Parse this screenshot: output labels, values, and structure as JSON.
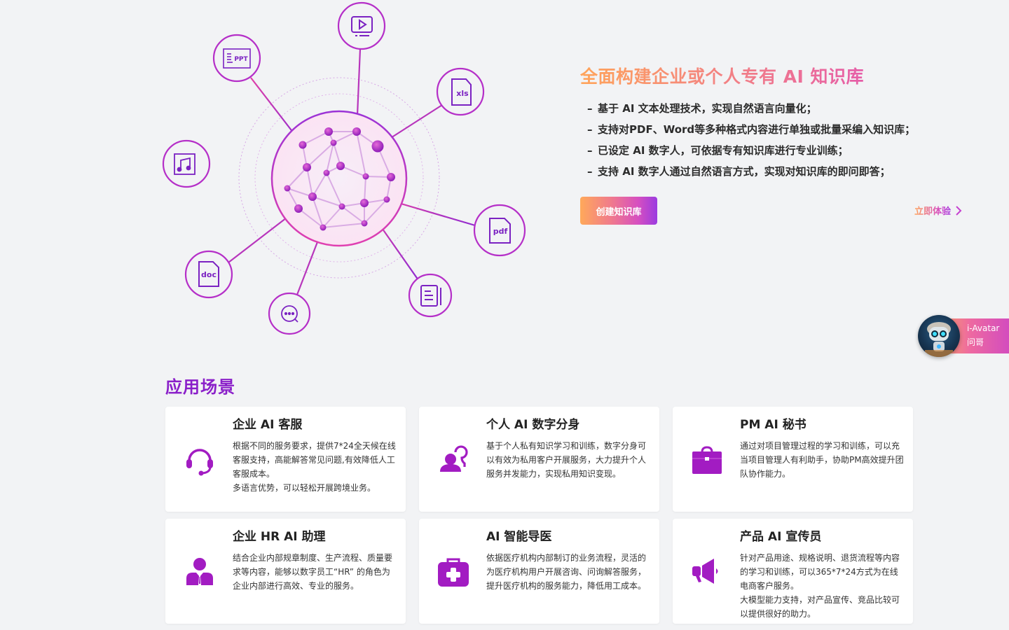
{
  "hero": {
    "title": "全面构建企业或个人专有 AI 知识库",
    "features": [
      "基于 AI 文本处理技术，实现自然语言向量化；",
      "支持对PDF、Word等多种格式内容进行单独或批量采编入知识库；",
      "已设定 AI 数字人，可依据专有知识库进行专业训练；",
      "支持 AI 数字人通过自然语言方式，实现对知识库的即问即答；"
    ],
    "feature_bullet": "–",
    "create_button": "创建知识库",
    "try_link": "立即体验",
    "graphic": {
      "nodes": [
        {
          "label": "PPT",
          "icon": "ppt-file-icon"
        },
        {
          "label": "",
          "icon": "video-icon"
        },
        {
          "label": "xls",
          "icon": "xls-file-icon"
        },
        {
          "label": "",
          "icon": "music-icon"
        },
        {
          "label": "pdf",
          "icon": "pdf-file-icon"
        },
        {
          "label": "doc",
          "icon": "doc-file-icon"
        },
        {
          "label": "",
          "icon": "chat-search-icon"
        },
        {
          "label": "",
          "icon": "document-list-icon"
        }
      ]
    }
  },
  "avatar_widget": {
    "name": "i-Avatar",
    "subtitle": "问哥"
  },
  "scenarios": {
    "title": "应用场景",
    "cards": [
      {
        "title": "企业 AI 客服",
        "icon": "headset-icon",
        "desc": [
          "根据不同的服务要求，提供7*24全天候在线客服支持，高能解答常见问题,有效降低人工客服成本。",
          "多语言优势，可以轻松开展跨境业务。"
        ]
      },
      {
        "title": "个人 AI 数字分身",
        "icon": "persona-icon",
        "desc": [
          "基于个人私有知识学习和训练，数字分身可以有效为私用客户开展服务，大力提升个人服务并发能力，实现私用知识变现。"
        ]
      },
      {
        "title": "PM AI 秘书",
        "icon": "briefcase-icon",
        "desc": [
          "通过对项目管理过程的学习和训练，可以充当项目管理人有利助手，协助PM高效提升团队协作能力。"
        ]
      },
      {
        "title": "企业 HR AI 助理",
        "icon": "employee-icon",
        "desc": [
          "结合企业内部规章制度、生产流程、质量要求等内容，能够以数字员工“HR” 的角色为企业内部进行高效、专业的服务。"
        ]
      },
      {
        "title": "AI 智能导医",
        "icon": "medical-kit-icon",
        "desc": [
          "依据医疗机构内部制订的业务流程，灵活的为医疗机构用户开展咨询、问询解答服务，提升医疗机构的服务能力，降低用工成本。"
        ]
      },
      {
        "title": "产品 AI 宣传员",
        "icon": "megaphone-icon",
        "desc": [
          "针对产品用途、规格说明、退货流程等内容的学习和训练，可以365*7*24方式为在线电商客户服务。",
          "大模型能力支持，对产品宣传、竞品比较可以提供很好的助力。"
        ]
      }
    ]
  },
  "colors": {
    "background": "#f2f3f5",
    "accent_purple": "#a21cc2",
    "section_title": "#8a1fc9",
    "gradient_start": "#ffa45a",
    "gradient_end": "#9b3be0"
  }
}
